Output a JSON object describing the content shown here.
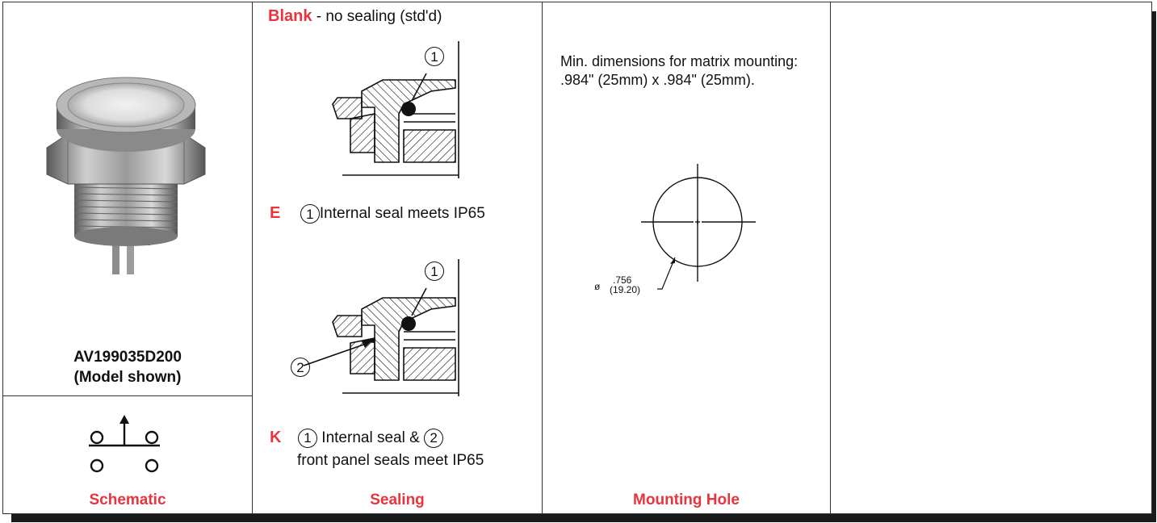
{
  "product": {
    "model_number": "AV199035D200",
    "model_note": "(Model shown)"
  },
  "sealing": {
    "blank_code": "Blank",
    "blank_desc": "- no sealing (std'd)",
    "e_code": "E",
    "e_num": "1",
    "e_desc": "Internal seal meets IP65",
    "k_code": "K",
    "k_num1": "1",
    "k_desc1": "Internal seal &",
    "k_num2": "2",
    "k_desc2": "front panel seals meet IP65",
    "callout_1": "1",
    "callout_2": "2"
  },
  "mounting": {
    "description": "Min. dimensions for matrix mounting: .984\" (25mm) x .984\" (25mm).",
    "dia_symbol": "ø",
    "dia_in": ".756",
    "dia_mm": "(19.20)"
  },
  "captions": {
    "schematic": "Schematic",
    "sealing": "Sealing",
    "mounting_hole": "Mounting Hole"
  },
  "colors": {
    "accent": "#e8343c",
    "border": "#333333"
  }
}
